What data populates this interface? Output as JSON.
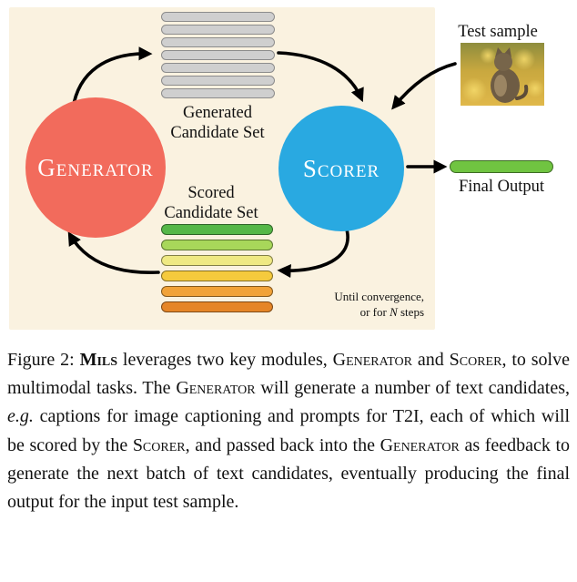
{
  "figure": {
    "diagram": {
      "generator_label": "Generator",
      "scorer_label": "Scorer",
      "generated_set_label": {
        "line1": "Generated",
        "line2": "Candidate Set"
      },
      "scored_set_label": {
        "line1": "Scored",
        "line2": "Candidate Set"
      },
      "test_sample_label": "Test sample",
      "final_output_label": "Final Output",
      "convergence_note": {
        "line1": "Until convergence,",
        "line2": [
          {
            "text": "or for "
          },
          {
            "text": "N",
            "style": "italic"
          },
          {
            "text": " steps"
          }
        ]
      },
      "generated_bar_count": 7,
      "colors": {
        "diagram_background": "#FAF2E0",
        "generator_circle": "#F26B5C",
        "scorer_circle": "#29A9E1",
        "generated_bar_fill": "#CFCFCF",
        "generated_bar_border": "#8C8C8C",
        "final_output_fill": "#70C441",
        "scored_bar_fills": [
          "#55B748",
          "#A8D75A",
          "#EFE983",
          "#F5CA3D",
          "#F1A238",
          "#E58527"
        ]
      }
    },
    "caption_segments": [
      {
        "text": "Figure 2: "
      },
      {
        "text": "Mils",
        "style": "bold-smallcaps"
      },
      {
        "text": " leverages two key modules, "
      },
      {
        "text": "Generator",
        "style": "smallcaps"
      },
      {
        "text": " and "
      },
      {
        "text": "Scorer",
        "style": "smallcaps"
      },
      {
        "text": ", to solve multimodal tasks. The "
      },
      {
        "text": "Generator",
        "style": "smallcaps"
      },
      {
        "text": " will generate a number of text candidates, "
      },
      {
        "text": "e.g.",
        "style": "italic"
      },
      {
        "text": " captions for image captioning and prompts for T2I, each of which will be scored by the "
      },
      {
        "text": "Scorer",
        "style": "smallcaps"
      },
      {
        "text": ", and passed back into the "
      },
      {
        "text": "Generator",
        "style": "smallcaps"
      },
      {
        "text": " as feedback to generate the next batch of text candidates, eventually producing the final output for the input test sample."
      }
    ]
  }
}
